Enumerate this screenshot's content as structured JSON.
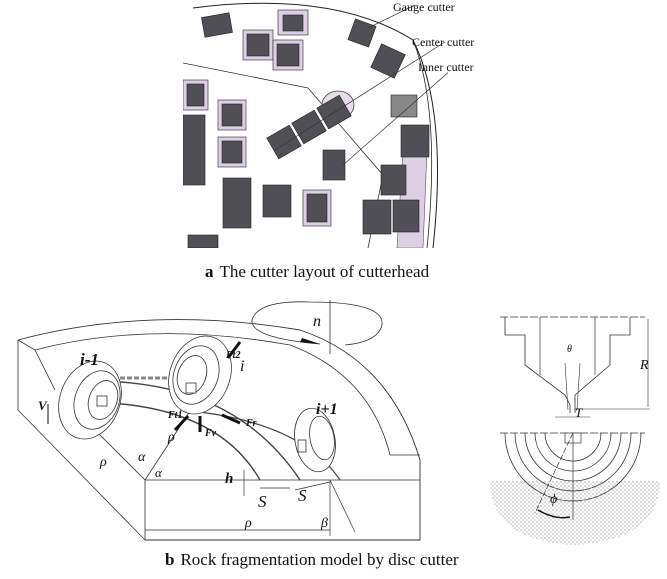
{
  "figure_a": {
    "caption_letter": "a",
    "caption_text": "The cutter layout of cutterhead",
    "labels": {
      "gauge": "Gauge cutter",
      "center": "Center cutter",
      "inner": "Inner cutter"
    },
    "colors": {
      "plate": "#ddd0e4",
      "cutter": "#4a4a4a",
      "line": "#222222"
    }
  },
  "figure_b": {
    "caption_letter": "b",
    "caption_text": "Rock fragmentation model by disc cutter",
    "symbols": {
      "rotation": "n",
      "cutter_prev": "i-1",
      "cutter_cur": "i",
      "cutter_next": "i+1",
      "velocity": "V",
      "force_t1": "Ft1",
      "force_t2": "Ft2",
      "force_r": "Fr",
      "force_v": "Fv",
      "radius": "ρ",
      "angle_alpha": "α",
      "depth": "h",
      "spacing": "S",
      "angle_beta": "β",
      "tip_angle": "θ",
      "cutter_radius": "R",
      "tip_width": "T",
      "contact_angle": "ϕ"
    }
  }
}
